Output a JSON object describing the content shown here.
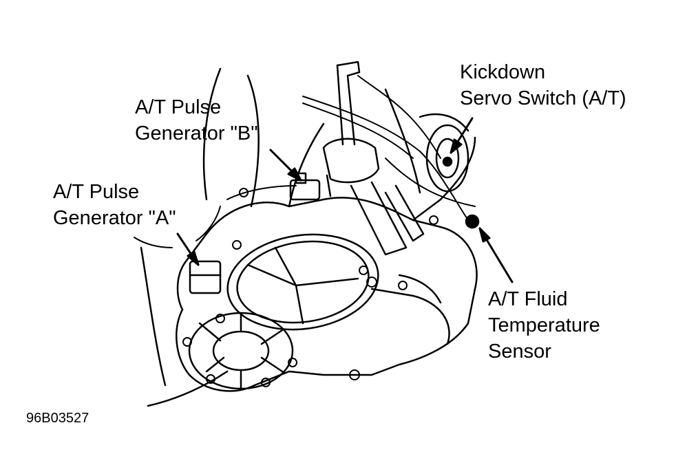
{
  "labels": {
    "kickdown": [
      "Kickdown",
      "Servo Switch (A/T)"
    ],
    "pulse_b": [
      "A/T Pulse",
      "Generator \"B\""
    ],
    "pulse_a": [
      "A/T Pulse",
      "Generator \"A\""
    ],
    "fluid_temp": [
      "A/T Fluid",
      "Temperature",
      "Sensor"
    ]
  },
  "figure_id": "96B03527",
  "colors": {
    "ink": "#000000",
    "background": "#ffffff"
  }
}
